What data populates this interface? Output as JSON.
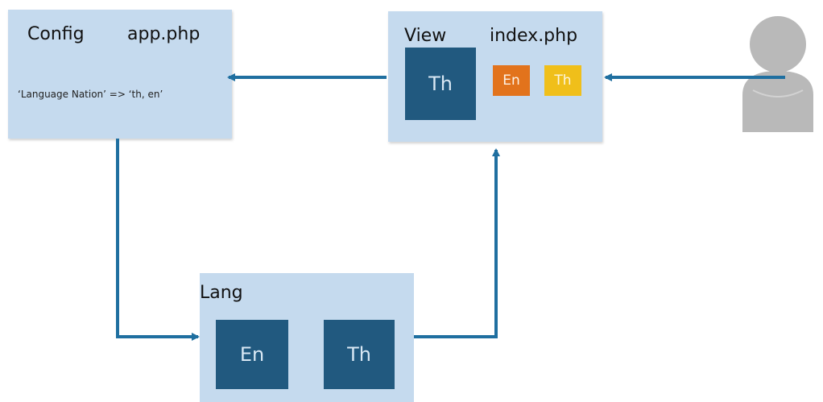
{
  "config": {
    "title": "Config",
    "file": "app.php",
    "setting": "‘Language Nation’ => ‘th, en’"
  },
  "view": {
    "title": "View",
    "file": "index.php",
    "current_lang": "Th",
    "buttons": [
      {
        "label": "En",
        "color": "#e2731c"
      },
      {
        "label": "Th",
        "color": "#f0bf1a"
      }
    ]
  },
  "lang": {
    "title": "Lang",
    "files": [
      "En",
      "Th"
    ]
  },
  "colors": {
    "box_fill": "#c5daee",
    "tile_fill": "#21597f",
    "arrow": "#1f6fa0",
    "user_icon": "#b9b9b9"
  },
  "user": {
    "icon": "user-icon"
  }
}
